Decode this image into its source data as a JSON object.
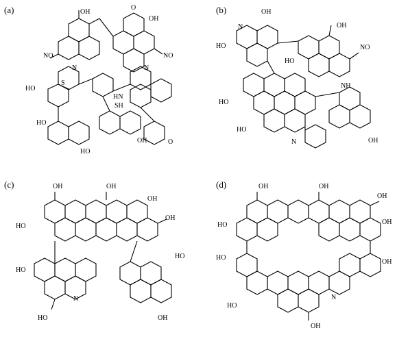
{
  "panels": [
    {
      "label": "(a)",
      "groups": [
        "OH",
        "O",
        "OH",
        "OH",
        "O",
        "NO",
        "2",
        "O",
        "NO",
        "2",
        "N",
        "H",
        "S",
        "HO",
        "O",
        "HN",
        "O",
        "N",
        "SH",
        "O",
        "O",
        "HO",
        "O",
        "OH",
        "O",
        "OH",
        "O",
        "OH",
        "O",
        "O",
        "HO",
        "O"
      ]
    },
    {
      "label": "(b)",
      "groups": [
        "OH",
        "N",
        "OH",
        "HO",
        "O",
        "OH",
        "O",
        "OH",
        "O",
        "OH",
        "NO",
        "2",
        "HO",
        "NH",
        "OH",
        "O",
        "HO",
        "O",
        "HO",
        "O",
        "HO",
        "O",
        "OH",
        "OH",
        "O",
        "HO",
        "O",
        "OH",
        "O",
        "HO",
        "O",
        "O",
        "OH",
        "O",
        "OH",
        "O",
        "OH",
        "O",
        "O",
        "OH",
        "N",
        "O",
        "2",
        "O",
        "OH"
      ]
    },
    {
      "label": "(c)",
      "groups": [
        "O",
        "OH",
        "O",
        "OH",
        "OH",
        "O",
        "OH",
        "HO",
        "O",
        "O",
        "HO",
        "O",
        "OH",
        "HO",
        "O",
        "OH",
        "O",
        "HO",
        "O",
        "O",
        "O",
        "OH",
        "HO",
        "O",
        "OH",
        "O",
        "OH",
        "N",
        "OH",
        "HO",
        "O",
        "O",
        "OH",
        "O",
        "OH",
        "O",
        "OH",
        "O",
        "OH"
      ]
    },
    {
      "label": "(d)",
      "groups": [
        "O",
        "OH",
        "O",
        "OH",
        "O",
        "OH",
        "HO",
        "OH",
        "O",
        "OH",
        "O",
        "HO",
        "O",
        "O",
        "OH",
        "O",
        "OH",
        "O",
        "HO",
        "O",
        "OH",
        "OH",
        "O",
        "OH",
        "O",
        "OH",
        "O",
        "HO",
        "O",
        "OH",
        "N",
        "O",
        "OH"
      ]
    }
  ]
}
